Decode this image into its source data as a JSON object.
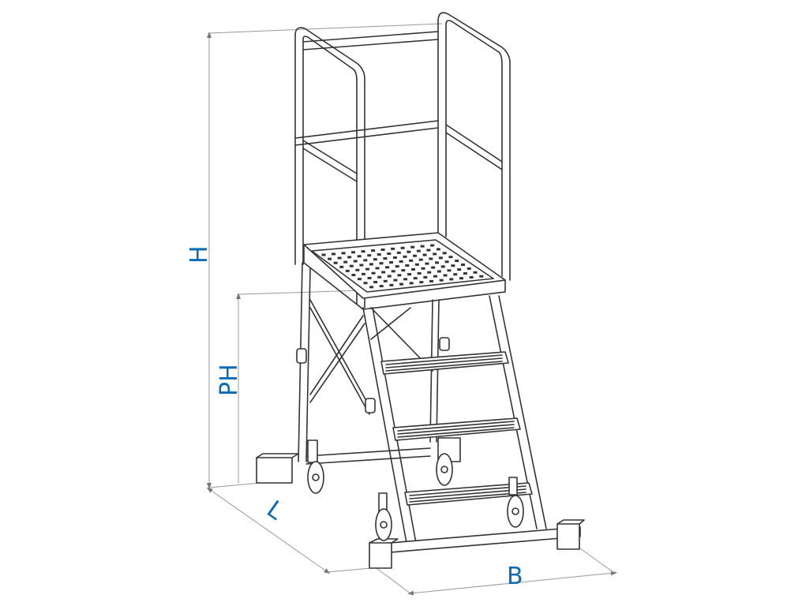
{
  "dimensions": {
    "height_label": "H",
    "platform_height_label": "PH",
    "length_label": "L",
    "width_label": "B"
  },
  "colors": {
    "label": "#0a6ab8",
    "line": "#333333",
    "dimension_line": "#999999"
  }
}
